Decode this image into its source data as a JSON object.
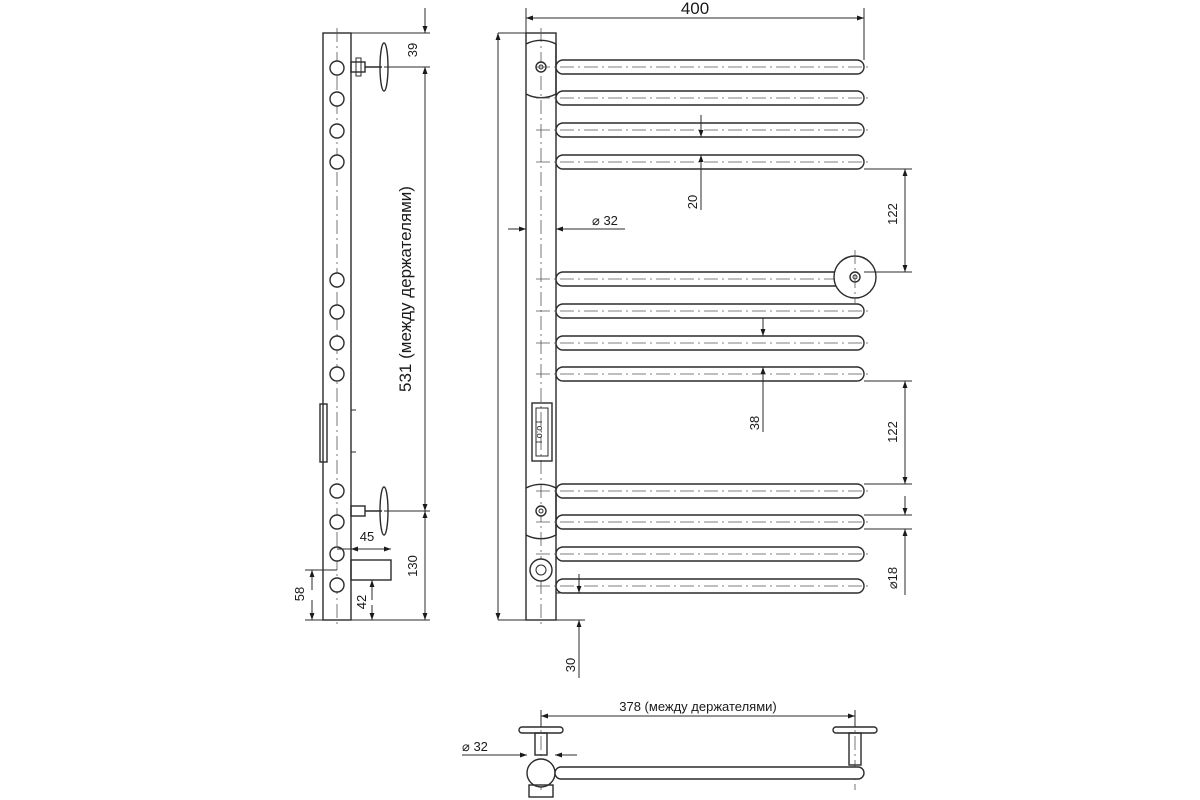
{
  "dimensions": {
    "total_width": "400",
    "bar_spacing_small": "20",
    "bar_spacing_large": "38",
    "section_gap_top": "122",
    "section_gap_bottom": "122",
    "bar_diameter": "⌀18",
    "collector_diameter": "⌀ 32",
    "collector_diameter_top_view": "⌀ 32",
    "bottom_offset": "30",
    "top_offset": "39",
    "mount_spacing_vertical": "531 (между держателями)",
    "mount_to_bottom": "130",
    "wall_offset": "45",
    "bottom_height": "58",
    "connector_height": "42",
    "mount_spacing_horizontal": "378 (между держателями)"
  },
  "switch_label": "I o:o I"
}
